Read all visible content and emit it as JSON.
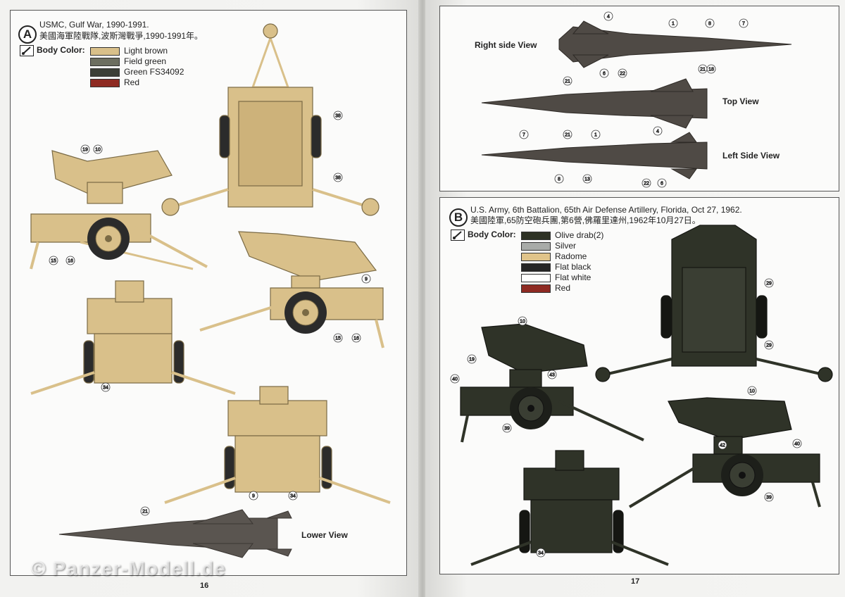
{
  "left_page": {
    "section_letter": "A",
    "title_line1": "USMC, Gulf War, 1990-1991.",
    "title_line2": "美國海軍陸戰隊,波斯灣戰爭,1990-1991年。",
    "body_color_label": "Body Color:",
    "colors": [
      {
        "name": "Light brown",
        "hex": "#d9c08a"
      },
      {
        "name": "Field green",
        "hex": "#6c6e60"
      },
      {
        "name": "Green FS34092",
        "hex": "#3c3f37"
      },
      {
        "name": "Red",
        "hex": "#8e2a22"
      }
    ],
    "callouts": [
      "19",
      "10",
      "15",
      "16",
      "38",
      "38",
      "9",
      "15",
      "16",
      "34",
      "9",
      "34",
      "21"
    ],
    "lower_view_label": "Lower View",
    "page_number": "16"
  },
  "right_page": {
    "views": {
      "right_side": "Right side View",
      "top": "Top View",
      "left_side": "Left Side View"
    },
    "callouts_top": [
      "4",
      "1",
      "8",
      "7",
      "6",
      "22",
      "21",
      "18",
      "21",
      "7",
      "21",
      "1",
      "4",
      "8",
      "13",
      "22",
      "6"
    ],
    "section_letter": "B",
    "title_line1": "U.S. Army, 6th Battalion, 65th Air Defense Artillery, Florida, Oct 27, 1962.",
    "title_line2": "美國陸軍,65防空砲兵團,第6營,佛羅里達州,1962年10月27日。",
    "body_color_label": "Body Color:",
    "colors": [
      {
        "name": "Olive drab(2)",
        "hex": "#2e3225"
      },
      {
        "name": "Silver",
        "hex": "#a8aba8"
      },
      {
        "name": "Radome",
        "hex": "#e0c48a"
      },
      {
        "name": "Flat black",
        "hex": "#262626"
      },
      {
        "name": "Flat white",
        "hex": "#ffffff"
      },
      {
        "name": "Red",
        "hex": "#8e2a22"
      }
    ],
    "callouts_b": [
      "29",
      "29",
      "10",
      "19",
      "40",
      "43",
      "39",
      "10",
      "42",
      "40",
      "39",
      "34"
    ],
    "page_number": "17"
  },
  "watermark": "© Panzer-Modell.de",
  "colors": {
    "tan": "#d9c08a",
    "tan_dark": "#a08a55",
    "missile_grey": "#5a5550",
    "olive": "#2f3328"
  }
}
